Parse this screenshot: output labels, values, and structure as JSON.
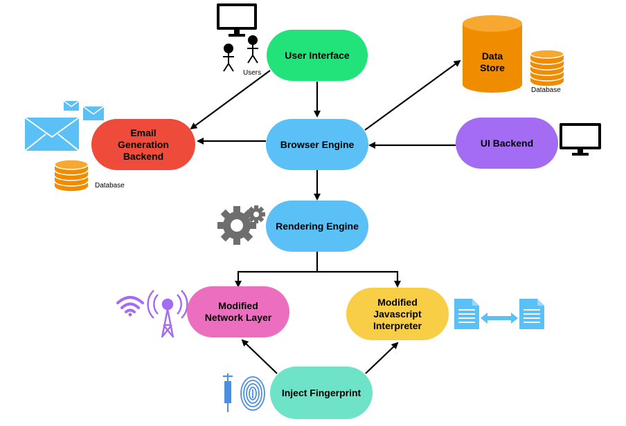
{
  "nodes": {
    "user_interface": {
      "label": "User Interface",
      "color": "#22E37A"
    },
    "browser_engine": {
      "label": "Browser Engine",
      "color": "#5BC0F5"
    },
    "email_backend": {
      "label": "Email\nGeneration\nBackend",
      "color": "#EE4B3B"
    },
    "ui_backend": {
      "label": "UI Backend",
      "color": "#A46CF3"
    },
    "rendering_engine": {
      "label": "Rendering Engine",
      "color": "#5BC0F5"
    },
    "network_layer": {
      "label": "Modified\nNetwork Layer",
      "color": "#EC6FBF"
    },
    "js_interpreter": {
      "label": "Modified\nJavascript\nInterpreter",
      "color": "#F7CE45"
    },
    "inject_fingerprint": {
      "label": "Inject Fingerprint",
      "color": "#6FE3C8"
    }
  },
  "data_store": {
    "label": "Data\nStore",
    "color": "#F08C00"
  },
  "captions": {
    "users": "Users",
    "db_top": "Database",
    "db_left": "Database"
  },
  "icons": [
    "monitor-icon",
    "stick-figure-icon",
    "database-icon",
    "envelope-icon",
    "gear-icon",
    "wifi-icon",
    "radio-tower-icon",
    "document-icon",
    "double-arrow-icon",
    "syringe-icon",
    "fingerprint-icon"
  ],
  "colors": {
    "arrow": "#000000",
    "icon_blue": "#5BC0F5",
    "icon_purple": "#A46CF3",
    "icon_orange": "#F08C00",
    "icon_gray": "#6E6E6E"
  }
}
